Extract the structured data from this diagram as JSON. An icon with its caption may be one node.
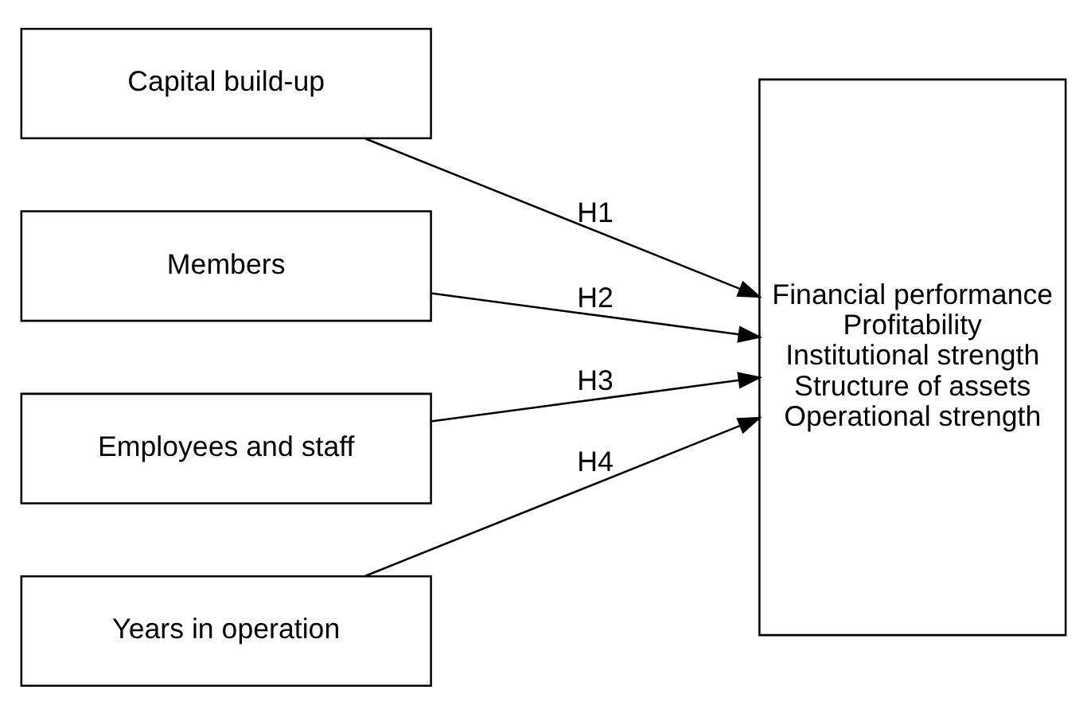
{
  "diagram": {
    "nodes": [
      {
        "text": [
          "Capital build-up"
        ]
      },
      {
        "text": [
          "Members"
        ]
      },
      {
        "text": [
          "Employees and staff"
        ]
      },
      {
        "text": [
          "Years in operation"
        ]
      },
      {
        "text": [
          "Financial performance",
          "Profitability",
          "Institutional strength",
          "Structure of assets",
          "Operational strength"
        ]
      }
    ],
    "edges": [
      {
        "from": 0,
        "to": 4,
        "arrow": "to",
        "label": "H1"
      },
      {
        "from": 1,
        "to": 4,
        "arrow": "to",
        "label": "H2"
      },
      {
        "from": 2,
        "to": 4,
        "arrow": "to",
        "label": "H3"
      },
      {
        "from": 3,
        "to": 4,
        "arrow": "to",
        "label": "H4"
      }
    ]
  }
}
